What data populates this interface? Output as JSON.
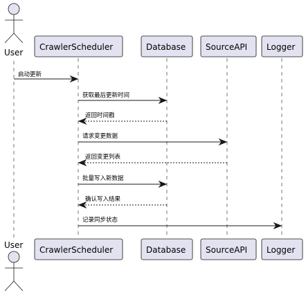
{
  "participants": [
    {
      "id": "user",
      "label": "User",
      "kind": "actor"
    },
    {
      "id": "scheduler",
      "label": "CrawlerScheduler",
      "kind": "participant"
    },
    {
      "id": "database",
      "label": "Database",
      "kind": "participant"
    },
    {
      "id": "sourceapi",
      "label": "SourceAPI",
      "kind": "participant"
    },
    {
      "id": "logger",
      "label": "Logger",
      "kind": "participant"
    }
  ],
  "messages": [
    {
      "from": "user",
      "to": "scheduler",
      "label": "启动更新",
      "style": "solid"
    },
    {
      "from": "scheduler",
      "to": "database",
      "label": "获取最后更新时间",
      "style": "solid"
    },
    {
      "from": "database",
      "to": "scheduler",
      "label": "返回时间戳",
      "style": "dashed"
    },
    {
      "from": "scheduler",
      "to": "sourceapi",
      "label": "请求变更数据",
      "style": "solid"
    },
    {
      "from": "sourceapi",
      "to": "scheduler",
      "label": "返回变更列表",
      "style": "dashed"
    },
    {
      "from": "scheduler",
      "to": "database",
      "label": "批量写入新数据",
      "style": "solid"
    },
    {
      "from": "database",
      "to": "scheduler",
      "label": "确认写入结果",
      "style": "dashed"
    },
    {
      "from": "scheduler",
      "to": "logger",
      "label": "记录同步状态",
      "style": "solid"
    }
  ],
  "colors": {
    "box_fill": "#e2e2f0",
    "stroke": "#181818",
    "background": "#ffffff"
  }
}
